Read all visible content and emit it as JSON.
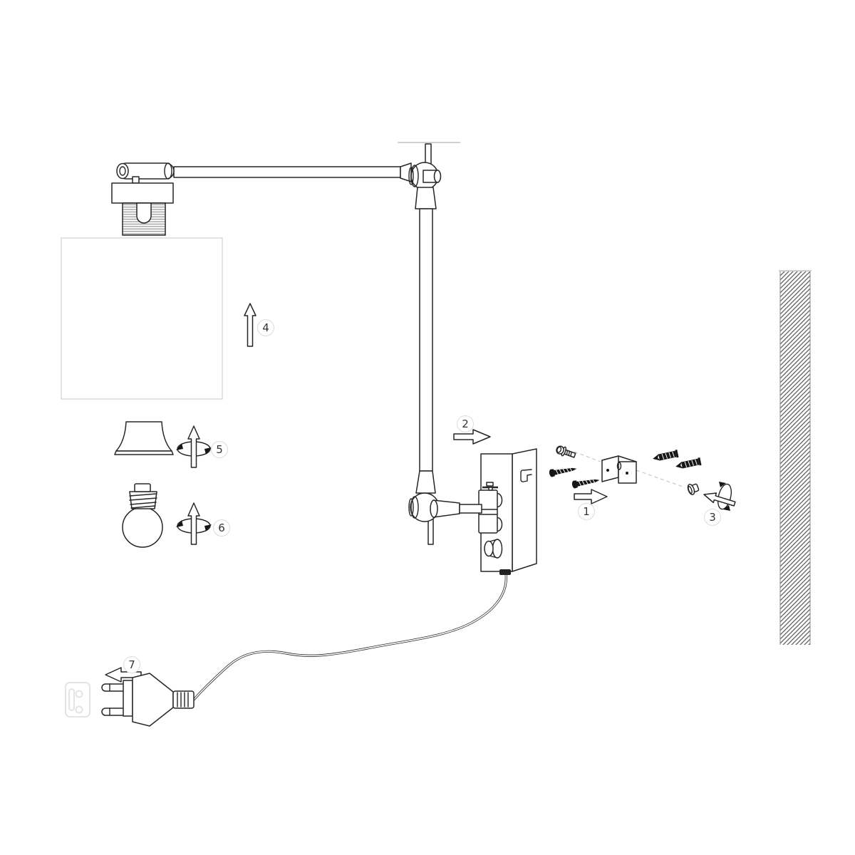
{
  "diagram": {
    "kind": "wall-lamp-assembly-instruction-diagram",
    "steps": [
      {
        "number": "1",
        "target": "screws-bracket-wall-plugs"
      },
      {
        "number": "2",
        "target": "mount-fixture-on-wall-bracket"
      },
      {
        "number": "3",
        "target": "locking-bolt-rotation"
      },
      {
        "number": "4",
        "target": "lampshade-lift"
      },
      {
        "number": "5",
        "target": "shade-ring-screw-on"
      },
      {
        "number": "6",
        "target": "light-bulb-screw-in"
      },
      {
        "number": "7",
        "target": "power-plug-to-outlet"
      }
    ],
    "parts": [
      "swing-arm-with-lamp-socket",
      "lampshade-outline",
      "shade-ring",
      "light-bulb",
      "wall-mount-box-with-dimmer-knob",
      "flange-screw",
      "tapping-screw",
      "tapping-screw",
      "l-bracket",
      "wall-plug",
      "wall-plug",
      "locking-bolt",
      "wall-section-hatched",
      "power-cable",
      "euro-power-plug",
      "outlet-icon"
    ],
    "colors": {
      "line": "#262626",
      "dark_part": "#161616",
      "faint": "#e4e4e4",
      "shade_outline": "#dadada",
      "guide": "#c9c9c9",
      "ceiling_line": "#cfcfcf",
      "hatch": "#5f5f5f",
      "badge_border": "#dcdcdc",
      "badge_text": "#333333",
      "background": "#ffffff"
    }
  }
}
